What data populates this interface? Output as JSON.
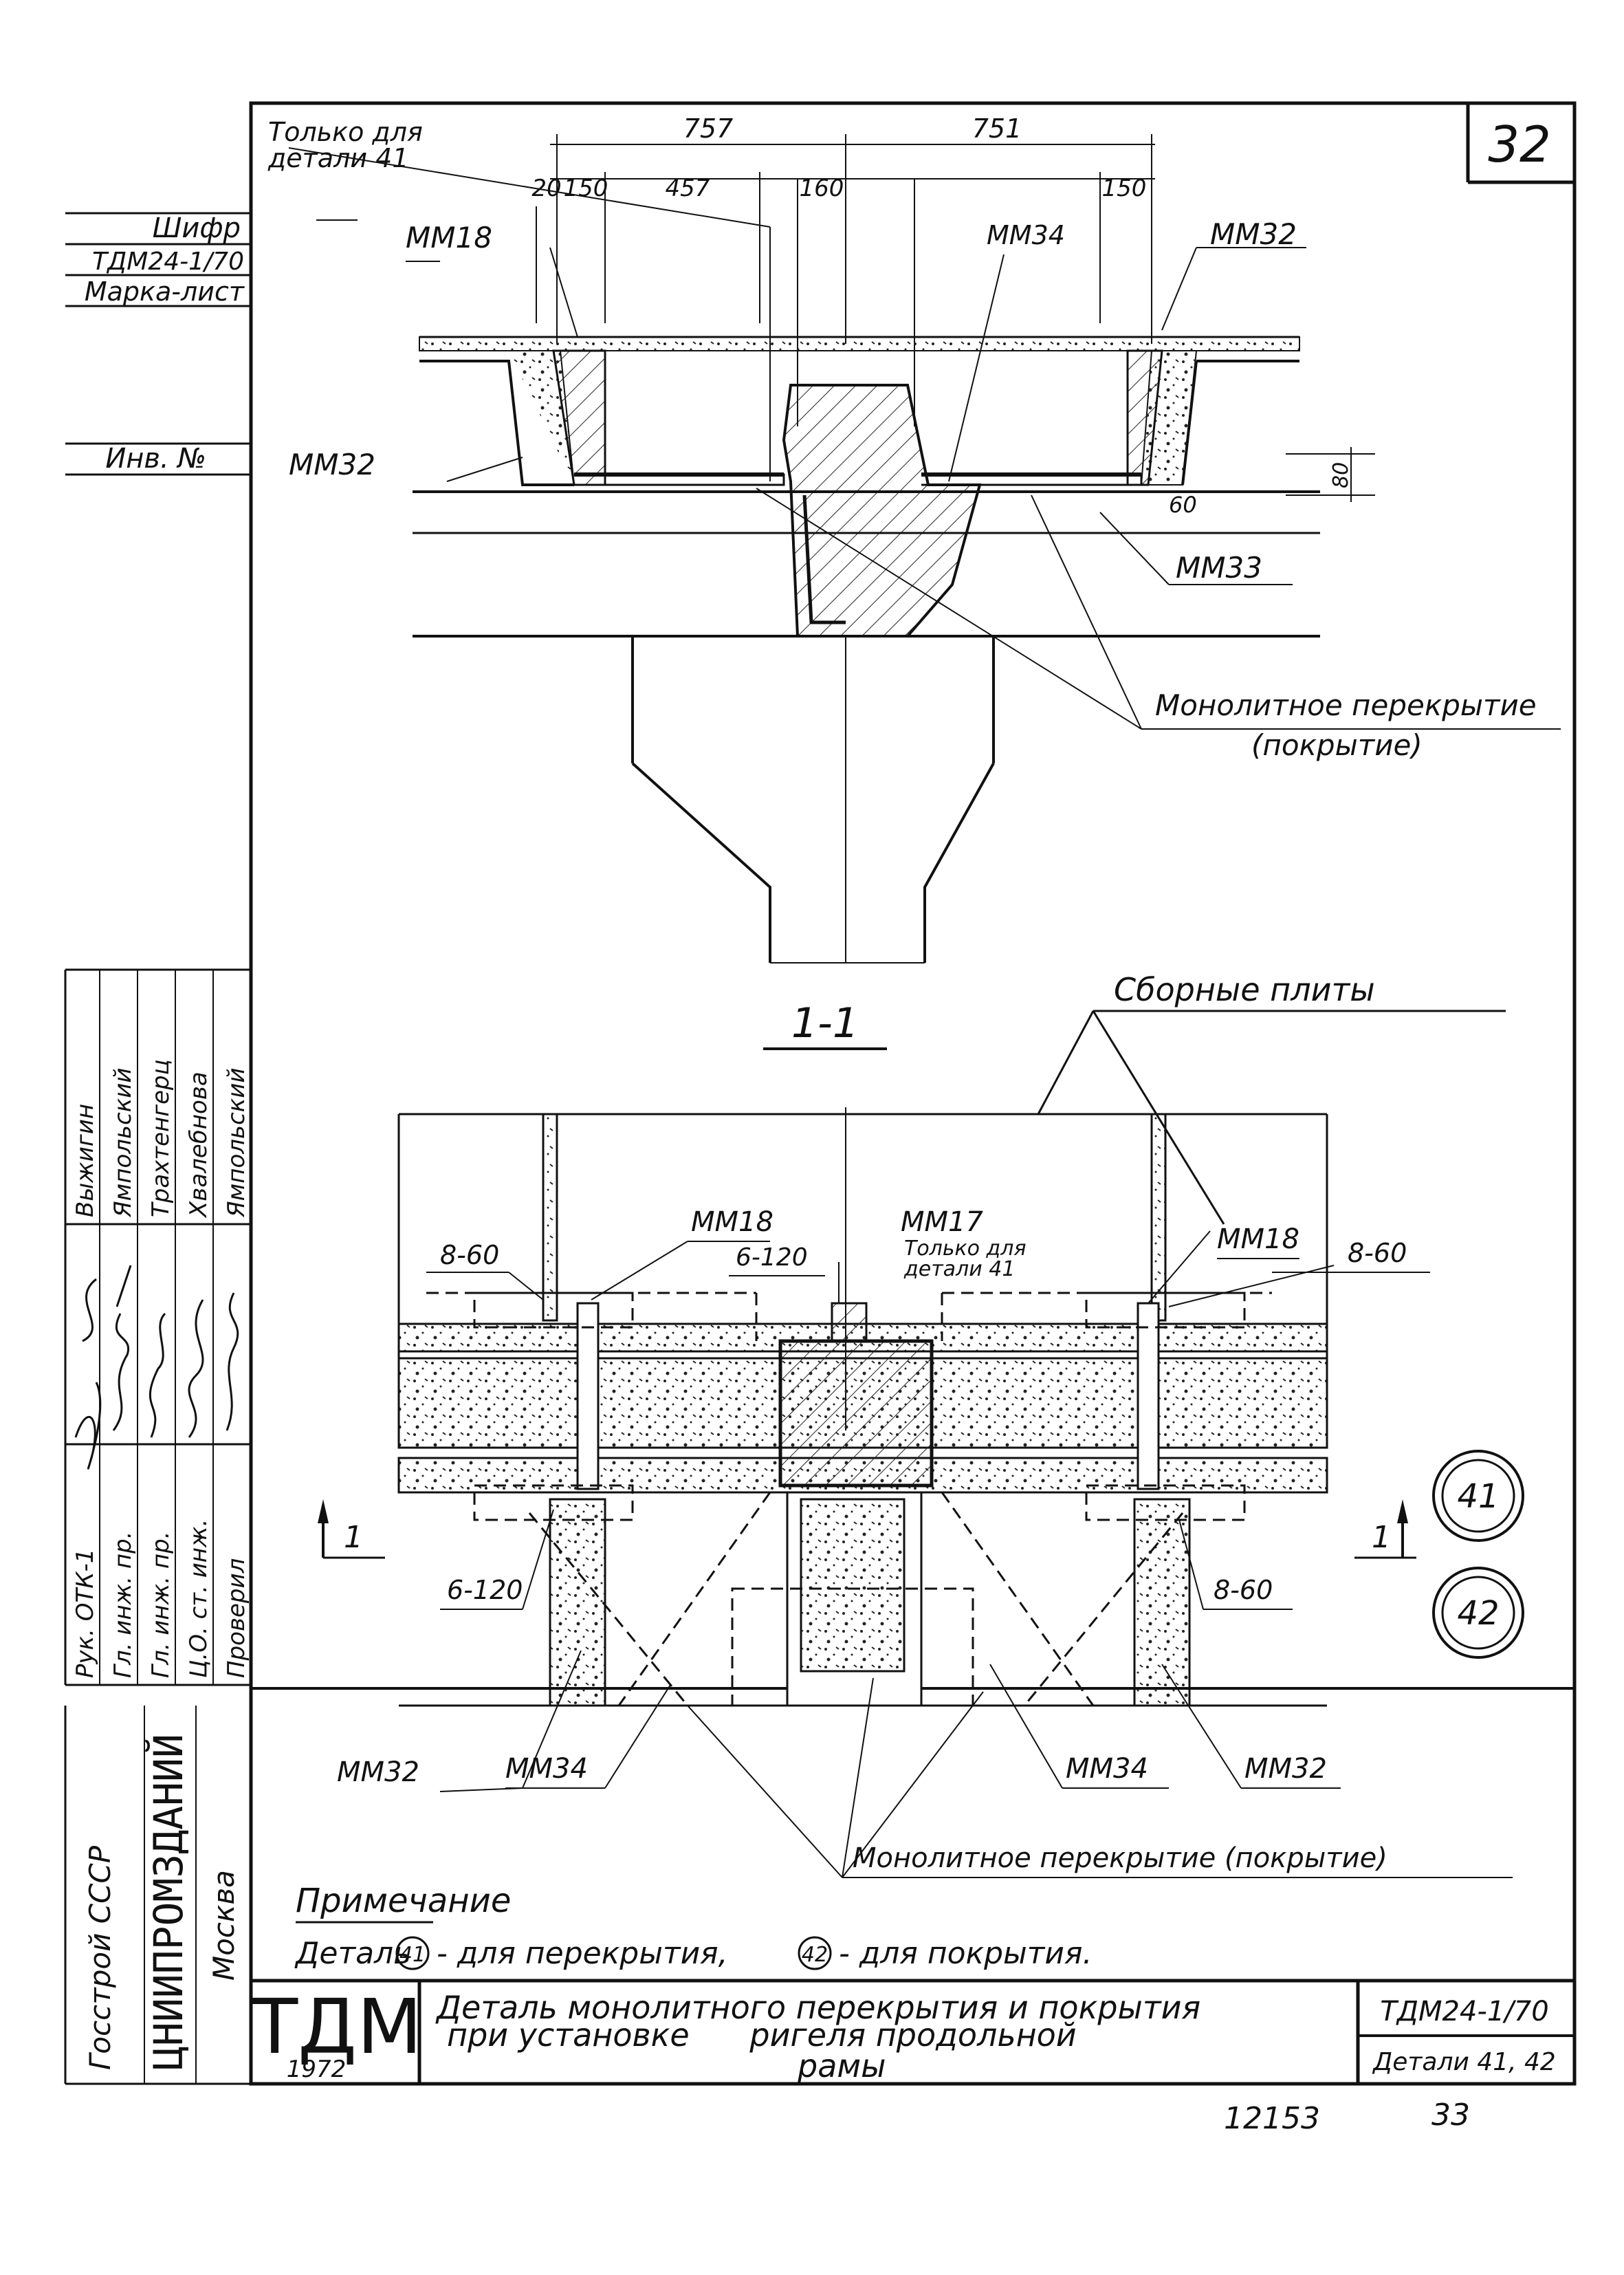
{
  "sheet": {
    "number": "32",
    "bottom_number": "12153",
    "bottom_page": "33"
  },
  "left_column": {
    "shifr_label": "Шифр",
    "shifr_value": "ТДМ24-1/70",
    "marka_label": "Марка-лист",
    "inv_label": "Инв. №",
    "people_labels": [
      "Рук. ОТК-1",
      "Гл. инж. пр.",
      "Гл. инж. пр.",
      "Ц.О. ст. инж.",
      "Проверил"
    ],
    "people_names": [
      "Выжигин",
      "Ямпольский",
      "Трахтенгерц",
      "Хвалебнова",
      "Ямпольский"
    ],
    "org_1": "Госстрой СССР",
    "org_2": "ЦНИИПРОМЗДАНИЙ",
    "org_3": "Москва"
  },
  "section_top": {
    "only_for": "Только для",
    "detail_41": "детали 41",
    "dims": [
      "757",
      "751",
      "20",
      "150",
      "457",
      "160",
      "150",
      "80",
      "60"
    ],
    "labels": [
      "ММ18",
      "ММ34",
      "ММ32",
      "ММ32",
      "ММ33"
    ],
    "monolith": "Монолитное перекрытие",
    "monolith_2": "(покрытие)",
    "section_title": "1-1"
  },
  "plan": {
    "precast": "Сборные плиты",
    "labels": [
      "ММ18",
      "ММ17",
      "ММ18",
      "ММ32",
      "ММ34",
      "ММ34",
      "ММ32"
    ],
    "only_for": "Только для",
    "detail_41": "детали 41",
    "rebar": [
      "8-60",
      "6-120",
      "8-60",
      "6-120",
      "8-60"
    ],
    "cut_mark": "1",
    "monolith": "Монолитное перекрытие (покрытие)"
  },
  "badges": [
    "41",
    "42"
  ],
  "note": {
    "title": "Примечание",
    "text_1": "Деталь",
    "text_2": "- для перекрытия,",
    "text_3": "- для покрытия."
  },
  "title_block": {
    "logo": "ТДМ",
    "year": "1972",
    "title_1": "Деталь монолитного перекрытия и покрытия",
    "title_2": "при установке      ригеля продольной",
    "title_3": "рамы",
    "code": "ТДМ24-1/70",
    "details": "Детали 41, 42"
  }
}
